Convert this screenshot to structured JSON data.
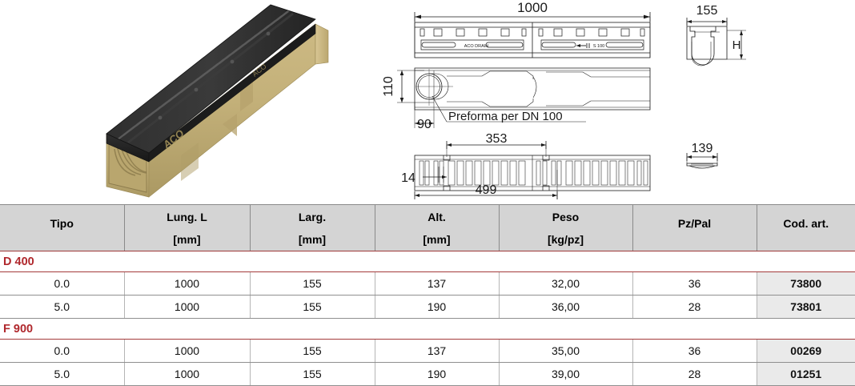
{
  "product_photo": {
    "alt": "ACO DRAIN polymer concrete channel with black ductile iron slotted grating",
    "body_color": "#c3b079",
    "grate_color": "#262626",
    "embossed_label": "ACO"
  },
  "drawings": {
    "top_view": {
      "label_width": "1000",
      "brand_text": "ACO DRAIN",
      "type_text": "S 100"
    },
    "cross_section": {
      "label_width": "155",
      "label_height": "H"
    },
    "section_view": {
      "label_height": "110",
      "label_offset": "90",
      "annotation": "Preforma per DN 100"
    },
    "grate_view": {
      "label_inner": "353",
      "label_outer": "499",
      "label_slot": "14"
    },
    "grate_section": {
      "label_width": "139"
    }
  },
  "table": {
    "headers": [
      {
        "main": "Tipo",
        "unit": ""
      },
      {
        "main": "Lung. L",
        "unit": "[mm]"
      },
      {
        "main": "Larg.",
        "unit": "[mm]"
      },
      {
        "main": "Alt.",
        "unit": "[mm]"
      },
      {
        "main": "Peso",
        "unit": "[kg/pz]"
      },
      {
        "main": "Pz/Pal",
        "unit": ""
      },
      {
        "main": "Cod. art.",
        "unit": ""
      }
    ],
    "groups": [
      {
        "label": "D 400",
        "rows": [
          {
            "tipo": "0.0",
            "lung": "1000",
            "larg": "155",
            "alt": "137",
            "peso": "32,00",
            "pzpal": "36",
            "cod": "73800"
          },
          {
            "tipo": "5.0",
            "lung": "1000",
            "larg": "155",
            "alt": "190",
            "peso": "36,00",
            "pzpal": "28",
            "cod": "73801"
          }
        ]
      },
      {
        "label": "F 900",
        "rows": [
          {
            "tipo": "0.0",
            "lung": "1000",
            "larg": "155",
            "alt": "137",
            "peso": "35,00",
            "pzpal": "36",
            "cod": "00269"
          },
          {
            "tipo": "5.0",
            "lung": "1000",
            "larg": "155",
            "alt": "190",
            "peso": "39,00",
            "pzpal": "28",
            "cod": "01251"
          }
        ]
      }
    ]
  },
  "colors": {
    "header_bg": "#d4d4d4",
    "group_text": "#b0282d",
    "group_rule": "#a33b3b",
    "code_cell_bg": "#eaeaea",
    "grid": "#8f8f8f"
  }
}
